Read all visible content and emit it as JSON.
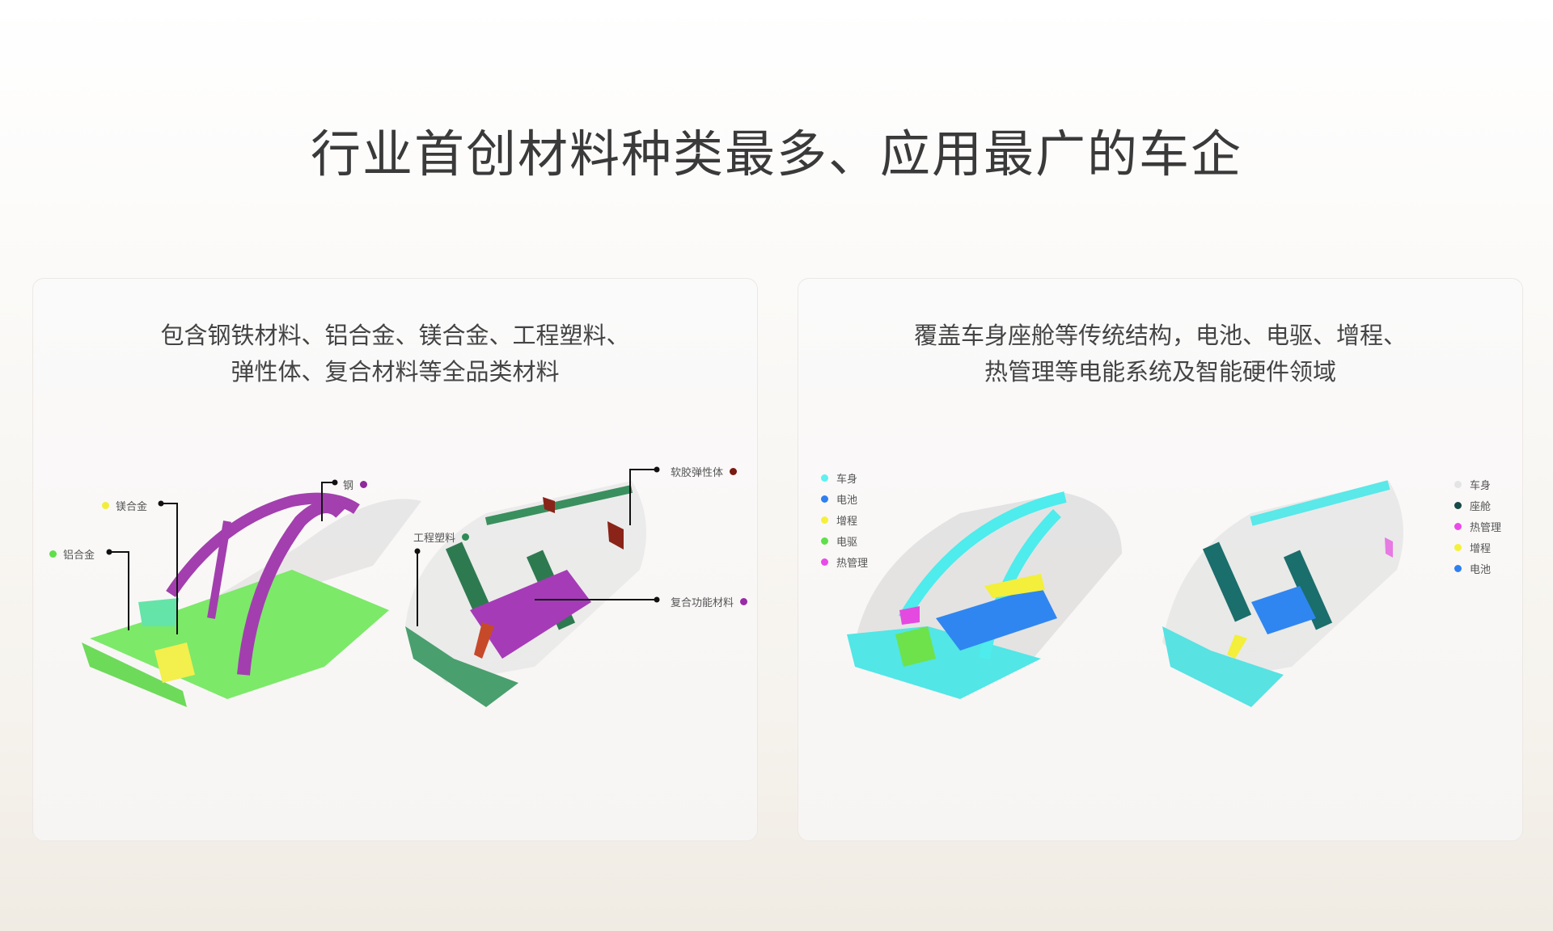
{
  "title": "行业首创材料种类最多、应用最广的车企",
  "left_card": {
    "subtitle_line1": "包含钢铁材料、铝合金、镁合金、工程塑料、",
    "subtitle_line2": "弹性体、复合材料等全品类材料",
    "labels": [
      {
        "text": "钢",
        "color": "#8e2a9a"
      },
      {
        "text": "镁合金",
        "color": "#f0ee3a"
      },
      {
        "text": "铝合金",
        "color": "#5fe04a"
      },
      {
        "text": "工程塑料",
        "color": "#2e8b57"
      },
      {
        "text": "软胶弹性体",
        "color": "#7a1a12"
      },
      {
        "text": "复合功能材料",
        "color": "#9a2aa8"
      }
    ]
  },
  "right_card": {
    "subtitle_line1": "覆盖车身座舱等传统结构，电池、电驱、增程、",
    "subtitle_line2": "热管理等电能系统及智能硬件领域",
    "legend_left": [
      {
        "text": "车身",
        "color": "#5ff0f0"
      },
      {
        "text": "电池",
        "color": "#2f7ff0"
      },
      {
        "text": "增程",
        "color": "#f5f03a"
      },
      {
        "text": "电驱",
        "color": "#5fe04a"
      },
      {
        "text": "热管理",
        "color": "#ea4ae8"
      }
    ],
    "legend_right": [
      {
        "text": "车身",
        "color": "#e4e4e4"
      },
      {
        "text": "座舱",
        "color": "#174a48"
      },
      {
        "text": "热管理",
        "color": "#ea4ae8"
      },
      {
        "text": "增程",
        "color": "#f5f03a"
      },
      {
        "text": "电池",
        "color": "#2f7ff0"
      }
    ]
  }
}
